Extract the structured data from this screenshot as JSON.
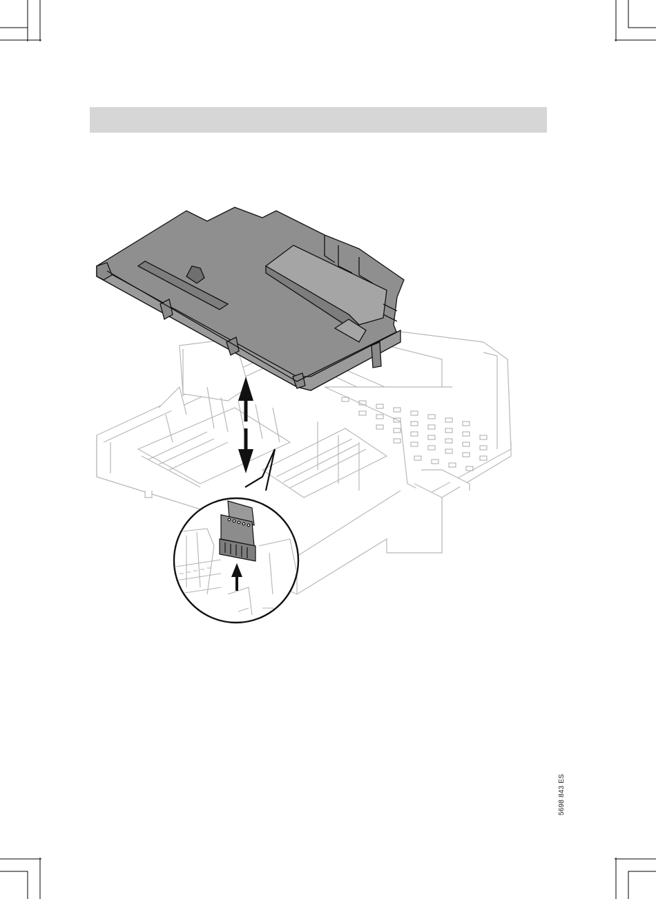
{
  "header": {
    "title": ""
  },
  "footer": {
    "document_number": "5698 843 ES"
  },
  "colors": {
    "cover_fill": "#8f8f8f",
    "line_light": "#b8b8b8",
    "line_dark": "#111111",
    "header_bar": "#d6d6d6"
  },
  "icons": [
    "crop-mark",
    "double-arrow",
    "up-arrow",
    "magnifier-callout"
  ]
}
